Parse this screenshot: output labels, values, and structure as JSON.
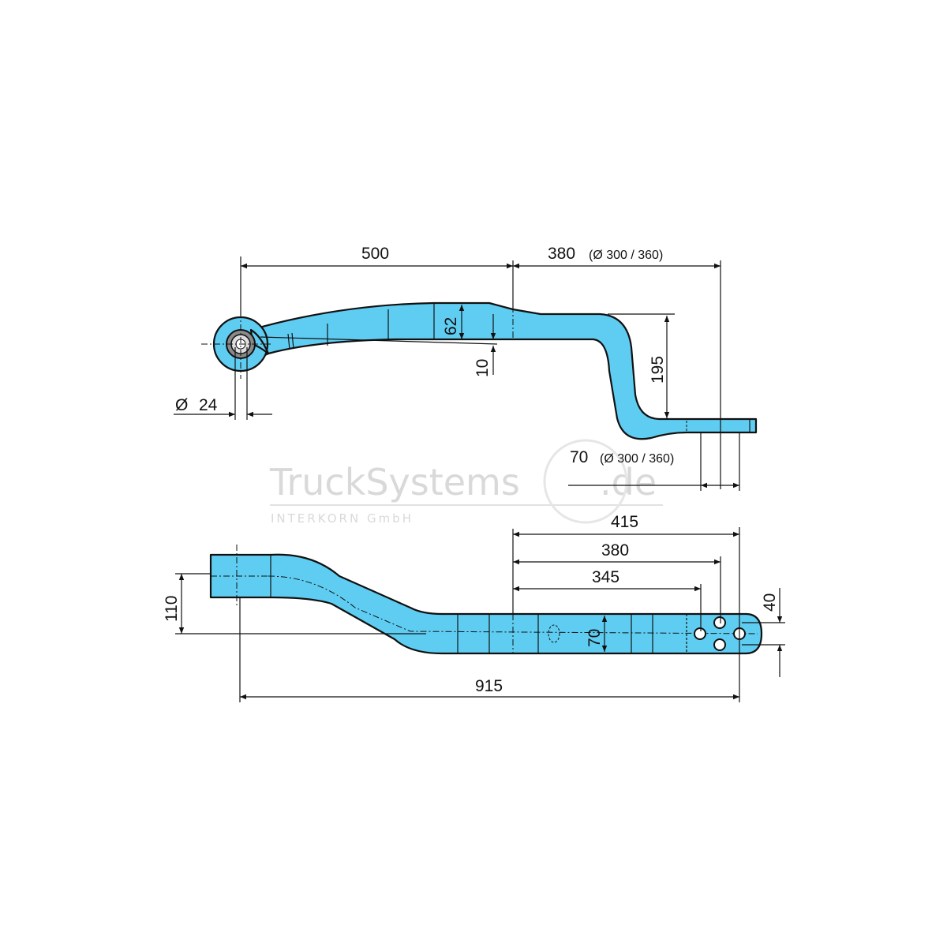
{
  "colors": {
    "part": "#5fcdf2",
    "line": "#111111",
    "watermark": "#d9d9d9"
  },
  "watermark": {
    "brand": "TruckSystems",
    "suffix": ".de",
    "company": "INTERKORN GmbH"
  },
  "side_view": {
    "dim_length_to_center": "500",
    "dim_offset_end": "380",
    "dim_offset_end_note": "(Ø 300 / 360)",
    "dim_thickness": "62",
    "dim_camber": "10",
    "dim_drop": "195",
    "dim_eye_diameter_symbol": "Ø",
    "dim_eye_diameter": "24",
    "dim_pad_width": "70",
    "dim_pad_width_note": "(Ø 300 / 360)"
  },
  "top_view": {
    "dim_415": "415",
    "dim_380": "380",
    "dim_345": "345",
    "dim_offset": "110",
    "dim_width": "70",
    "dim_hole_spacing": "40",
    "dim_total": "915"
  }
}
